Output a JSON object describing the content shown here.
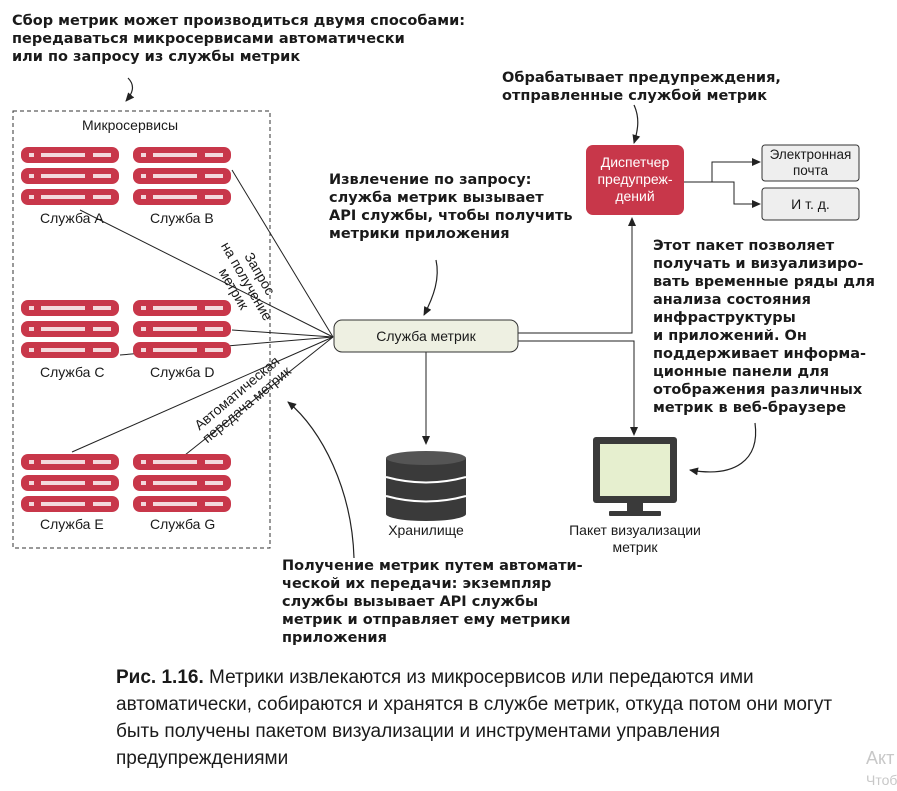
{
  "notes": {
    "top_left": "Сбор метрик может производиться двумя способами:\nпередаваться микросервисами автоматически\nили по запросу из службы метрик",
    "pull": "Извлечение по запросу:\nслужба метрик вызывает\nAPI службы, чтобы получить\nметрики приложения",
    "alert_note": "Обрабатывает предупреждения,\nотправленные службой метрик",
    "viz_note": "Этот пакет позволяет\nполучать и визуализиро-\nвать временные ряды для\nанализа состояния\nинфраструктуры\nи приложений. Он\nподдерживает информа-\nционные панели для\nотображения различных\nметрик в веб-браузере",
    "push": "Получение метрик путем автомати-\nческой их передачи: экземпляр\nслужбы вызывает API службы\nметрик и отправляет ему метрики\nприложения"
  },
  "group_label": "Микросервисы",
  "services": [
    "Служба A",
    "Служба B",
    "Служба C",
    "Служба D",
    "Служба E",
    "Служба G"
  ],
  "metrics_service": "Служба метрик",
  "storage": "Хранилище",
  "alert_manager": "Диспетчер\nпредупреж-\nдений",
  "email": "Электронная\nпочта",
  "etc": "И т. д.",
  "viz_package": "Пакет визуализации\nметрик",
  "pull_request_label": "Запрос\nна получение\nметрик",
  "push_label": "Автоматическая\nпередача метрик",
  "caption": {
    "figure": "Рис. 1.16.",
    "text": " Метрики извлекаются из микросервисов или передаются ими автоматически, собираются и хранятся в службе метрик, откуда потом они могут быть получены пакетом визуализации и инструментами управления предупреждениями"
  },
  "watermark": [
    "Акт",
    "Чтоб"
  ],
  "colors": {
    "server": "#c8374a",
    "server_slot": "#f3d9dc",
    "alert_manager": "#c8374a",
    "metrics_box": "#eef0e2",
    "gray_box": "#eeeeee",
    "monitor_screen": "#e6efcf",
    "line": "#222222"
  }
}
